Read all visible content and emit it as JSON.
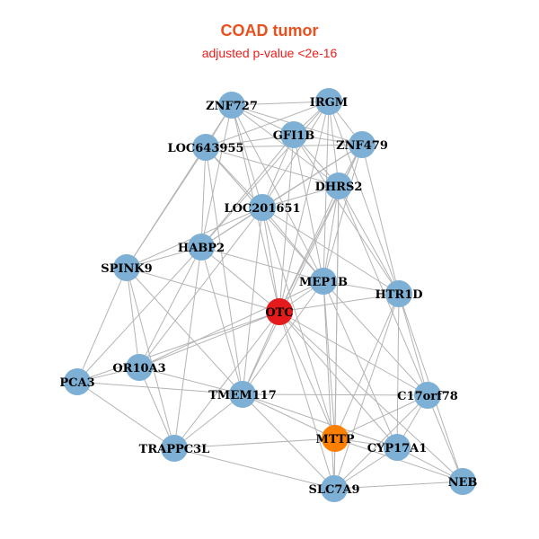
{
  "title": "COAD tumor",
  "subtitle": "adjusted p-value <2e-16",
  "colors": {
    "default_node": "#7eb0d5",
    "highlight_node": "#e41a1c",
    "secondary_node": "#ff7f00",
    "edge": "#b4b4b4",
    "title": "#e8501e",
    "subtitle": "#ee1c1c"
  },
  "nodes": [
    {
      "id": "ZNF727",
      "label": "ZNF727",
      "type": "default"
    },
    {
      "id": "IRGM",
      "label": "IRGM",
      "type": "default"
    },
    {
      "id": "GFI1B",
      "label": "GFI1B",
      "type": "default"
    },
    {
      "id": "LOC643955",
      "label": "LOC643955",
      "type": "default"
    },
    {
      "id": "ZNF479",
      "label": "ZNF479",
      "type": "default"
    },
    {
      "id": "DHRS2",
      "label": "DHRS2",
      "type": "default"
    },
    {
      "id": "LOC201651",
      "label": "LOC201651",
      "type": "default"
    },
    {
      "id": "HABP2",
      "label": "HABP2",
      "type": "default"
    },
    {
      "id": "SPINK9",
      "label": "SPINK9",
      "type": "default"
    },
    {
      "id": "MEP1B",
      "label": "MEP1B",
      "type": "default"
    },
    {
      "id": "HTR1D",
      "label": "HTR1D",
      "type": "default"
    },
    {
      "id": "OTC",
      "label": "OTC",
      "type": "highlight"
    },
    {
      "id": "OR10A3",
      "label": "OR10A3",
      "type": "default"
    },
    {
      "id": "PCA3",
      "label": "PCA3",
      "type": "default"
    },
    {
      "id": "TMEM117",
      "label": "TMEM117",
      "type": "default"
    },
    {
      "id": "C17orf78",
      "label": "C17orf78",
      "type": "default"
    },
    {
      "id": "MTTP",
      "label": "MTTP",
      "type": "secondary"
    },
    {
      "id": "CYP17A1",
      "label": "CYP17A1",
      "type": "default"
    },
    {
      "id": "TRAPPC3L",
      "label": "TRAPPC3L",
      "type": "default"
    },
    {
      "id": "SLC7A9",
      "label": "SLC7A9",
      "type": "default"
    },
    {
      "id": "NEB",
      "label": "NEB",
      "type": "default"
    }
  ],
  "edges": [
    [
      "ZNF727",
      "IRGM"
    ],
    [
      "ZNF727",
      "GFI1B"
    ],
    [
      "ZNF727",
      "LOC643955"
    ],
    [
      "ZNF727",
      "ZNF479"
    ],
    [
      "ZNF727",
      "DHRS2"
    ],
    [
      "ZNF727",
      "LOC201651"
    ],
    [
      "ZNF727",
      "HABP2"
    ],
    [
      "ZNF727",
      "MEP1B"
    ],
    [
      "ZNF727",
      "OTC"
    ],
    [
      "ZNF727",
      "SPINK9"
    ],
    [
      "IRGM",
      "GFI1B"
    ],
    [
      "IRGM",
      "LOC643955"
    ],
    [
      "IRGM",
      "ZNF479"
    ],
    [
      "IRGM",
      "DHRS2"
    ],
    [
      "IRGM",
      "LOC201651"
    ],
    [
      "IRGM",
      "HABP2"
    ],
    [
      "IRGM",
      "MEP1B"
    ],
    [
      "IRGM",
      "HTR1D"
    ],
    [
      "IRGM",
      "OTC"
    ],
    [
      "GFI1B",
      "LOC643955"
    ],
    [
      "GFI1B",
      "ZNF479"
    ],
    [
      "GFI1B",
      "DHRS2"
    ],
    [
      "GFI1B",
      "LOC201651"
    ],
    [
      "GFI1B",
      "HABP2"
    ],
    [
      "GFI1B",
      "MEP1B"
    ],
    [
      "GFI1B",
      "HTR1D"
    ],
    [
      "GFI1B",
      "OTC"
    ],
    [
      "LOC643955",
      "ZNF479"
    ],
    [
      "LOC643955",
      "DHRS2"
    ],
    [
      "LOC643955",
      "LOC201651"
    ],
    [
      "LOC643955",
      "HABP2"
    ],
    [
      "LOC643955",
      "MEP1B"
    ],
    [
      "LOC643955",
      "SPINK9"
    ],
    [
      "LOC643955",
      "TMEM117"
    ],
    [
      "ZNF479",
      "DHRS2"
    ],
    [
      "ZNF479",
      "LOC201651"
    ],
    [
      "ZNF479",
      "HABP2"
    ],
    [
      "ZNF479",
      "MEP1B"
    ],
    [
      "ZNF479",
      "HTR1D"
    ],
    [
      "ZNF479",
      "OTC"
    ],
    [
      "ZNF479",
      "TMEM117"
    ],
    [
      "DHRS2",
      "LOC201651"
    ],
    [
      "DHRS2",
      "MEP1B"
    ],
    [
      "DHRS2",
      "HTR1D"
    ],
    [
      "DHRS2",
      "OTC"
    ],
    [
      "DHRS2",
      "MTTP"
    ],
    [
      "DHRS2",
      "C17orf78"
    ],
    [
      "DHRS2",
      "SLC7A9"
    ],
    [
      "LOC201651",
      "HABP2"
    ],
    [
      "LOC201651",
      "MEP1B"
    ],
    [
      "LOC201651",
      "OTC"
    ],
    [
      "LOC201651",
      "OR10A3"
    ],
    [
      "LOC201651",
      "TMEM117"
    ],
    [
      "LOC201651",
      "HTR1D"
    ],
    [
      "LOC201651",
      "SPINK9"
    ],
    [
      "LOC201651",
      "MTTP"
    ],
    [
      "HABP2",
      "SPINK9"
    ],
    [
      "HABP2",
      "MEP1B"
    ],
    [
      "HABP2",
      "OTC"
    ],
    [
      "HABP2",
      "OR10A3"
    ],
    [
      "HABP2",
      "TMEM117"
    ],
    [
      "HABP2",
      "TRAPPC3L"
    ],
    [
      "HABP2",
      "PCA3"
    ],
    [
      "SPINK9",
      "OTC"
    ],
    [
      "SPINK9",
      "OR10A3"
    ],
    [
      "SPINK9",
      "PCA3"
    ],
    [
      "SPINK9",
      "TRAPPC3L"
    ],
    [
      "SPINK9",
      "TMEM117"
    ],
    [
      "MEP1B",
      "HTR1D"
    ],
    [
      "MEP1B",
      "OTC"
    ],
    [
      "MEP1B",
      "TMEM117"
    ],
    [
      "MEP1B",
      "OR10A3"
    ],
    [
      "MEP1B",
      "MTTP"
    ],
    [
      "MEP1B",
      "CYP17A1"
    ],
    [
      "MEP1B",
      "SLC7A9"
    ],
    [
      "MEP1B",
      "C17orf78"
    ],
    [
      "HTR1D",
      "OTC"
    ],
    [
      "HTR1D",
      "C17orf78"
    ],
    [
      "HTR1D",
      "MTTP"
    ],
    [
      "HTR1D",
      "CYP17A1"
    ],
    [
      "HTR1D",
      "NEB"
    ],
    [
      "HTR1D",
      "SLC7A9"
    ],
    [
      "OTC",
      "OR10A3"
    ],
    [
      "OTC",
      "TMEM117"
    ],
    [
      "OTC",
      "PCA3"
    ],
    [
      "OTC",
      "TRAPPC3L"
    ],
    [
      "OTC",
      "MTTP"
    ],
    [
      "OTC",
      "CYP17A1"
    ],
    [
      "OTC",
      "SLC7A9"
    ],
    [
      "OTC",
      "C17orf78"
    ],
    [
      "OTC",
      "NEB"
    ],
    [
      "OR10A3",
      "PCA3"
    ],
    [
      "OR10A3",
      "TMEM117"
    ],
    [
      "OR10A3",
      "TRAPPC3L"
    ],
    [
      "PCA3",
      "TMEM117"
    ],
    [
      "PCA3",
      "TRAPPC3L"
    ],
    [
      "TMEM117",
      "TRAPPC3L"
    ],
    [
      "TMEM117",
      "MTTP"
    ],
    [
      "TMEM117",
      "CYP17A1"
    ],
    [
      "TMEM117",
      "SLC7A9"
    ],
    [
      "TMEM117",
      "C17orf78"
    ],
    [
      "C17orf78",
      "MTTP"
    ],
    [
      "C17orf78",
      "CYP17A1"
    ],
    [
      "C17orf78",
      "SLC7A9"
    ],
    [
      "C17orf78",
      "NEB"
    ],
    [
      "MTTP",
      "CYP17A1"
    ],
    [
      "MTTP",
      "SLC7A9"
    ],
    [
      "MTTP",
      "TRAPPC3L"
    ],
    [
      "MTTP",
      "NEB"
    ],
    [
      "CYP17A1",
      "SLC7A9"
    ],
    [
      "CYP17A1",
      "NEB"
    ],
    [
      "TRAPPC3L",
      "SLC7A9"
    ],
    [
      "SLC7A9",
      "NEB"
    ]
  ]
}
